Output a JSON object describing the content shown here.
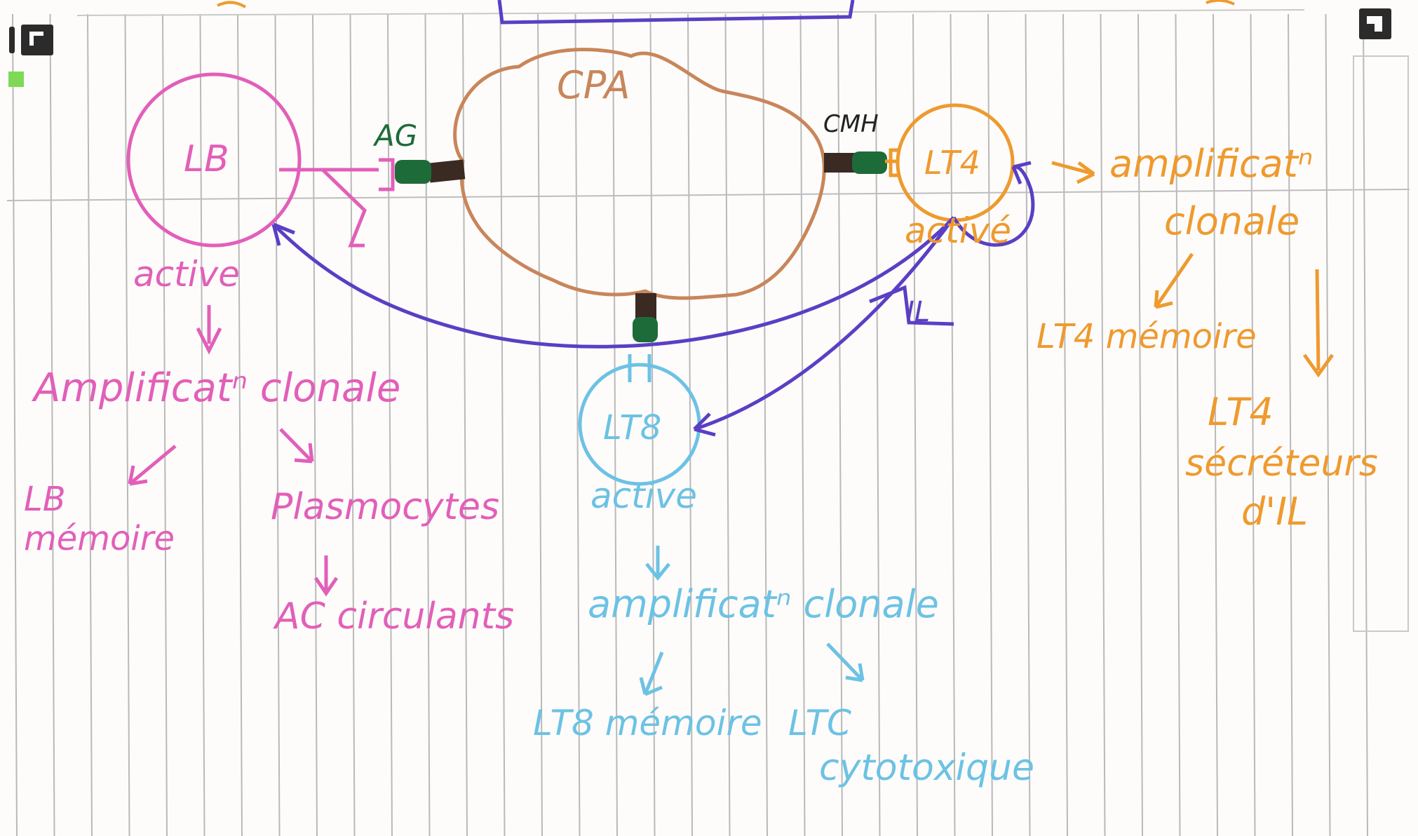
{
  "colors": {
    "pink": "#e25fb9",
    "orange": "#ef9a2e",
    "blue": "#6cc2e4",
    "purple": "#5a3fc4",
    "brown": "#c8865a",
    "green": "#1e6b3a",
    "dark": "#3a2a22"
  },
  "labels": {
    "cpa": "CPA",
    "ag": "AG",
    "cmh": "CMH",
    "lb": "LB",
    "lt4": "LT4",
    "lt8": "LT8",
    "lb_active": "active",
    "lt4_active": "activé",
    "lt8_active": "active",
    "il_mark": "IL",
    "lb_amplif": "Amplificatⁿ clonale",
    "lb_memoire_1": "LB",
    "lb_memoire_2": "mémoire",
    "plasmocytes": "Plasmocytes",
    "ac_circulants": "AC circulants",
    "lt4_amplif_1": "amplificatⁿ",
    "lt4_amplif_2": "clonale",
    "lt4_memoire": "LT4 mémoire",
    "lt4_secreteurs_1": "LT4",
    "lt4_secreteurs_2": "sécréteurs",
    "lt4_secreteurs_3": "d'IL",
    "lt8_amplif": "amplificatⁿ clonale",
    "lt8_memoire": "LT8 mémoire",
    "ltc": "LTC",
    "cytotoxique": "cytotoxique"
  },
  "icons": {
    "left_toolbar": "expand-icon",
    "right_toolbar": "collapse-icon",
    "status": "status-square-icon"
  }
}
